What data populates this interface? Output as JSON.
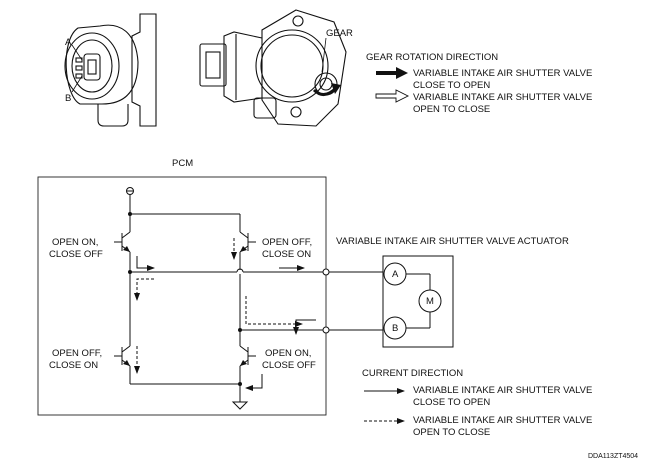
{
  "top": {
    "connector_pin_a": "A",
    "connector_pin_b": "B",
    "gear_label": "GEAR",
    "rotation_title": "GEAR ROTATION DIRECTION",
    "rotation_close_to_open": [
      "VARIABLE INTAKE AIR SHUTTER VALVE",
      "CLOSE TO OPEN"
    ],
    "rotation_open_to_close": [
      "VARIABLE INTAKE AIR SHUTTER VALVE",
      "OPEN TO CLOSE"
    ]
  },
  "circuit": {
    "pcm_label": "PCM",
    "upper_left_transistor": [
      "OPEN ON,",
      "CLOSE OFF"
    ],
    "upper_right_transistor": [
      "OPEN OFF,",
      "CLOSE ON"
    ],
    "lower_left_transistor": [
      "OPEN OFF,",
      "CLOSE ON"
    ],
    "lower_right_transistor": [
      "OPEN ON,",
      "CLOSE OFF"
    ],
    "actuator_label": "VARIABLE INTAKE AIR SHUTTER VALVE ACTUATOR",
    "terminal_a": "A",
    "terminal_b": "B",
    "motor": "M"
  },
  "current_legend": {
    "title": "CURRENT DIRECTION",
    "solid": [
      "VARIABLE INTAKE AIR SHUTTER VALVE",
      "CLOSE TO OPEN"
    ],
    "dashed": [
      "VARIABLE INTAKE AIR SHUTTER VALVE",
      "OPEN TO CLOSE"
    ]
  },
  "figure_code": "DDA113ZT4504"
}
